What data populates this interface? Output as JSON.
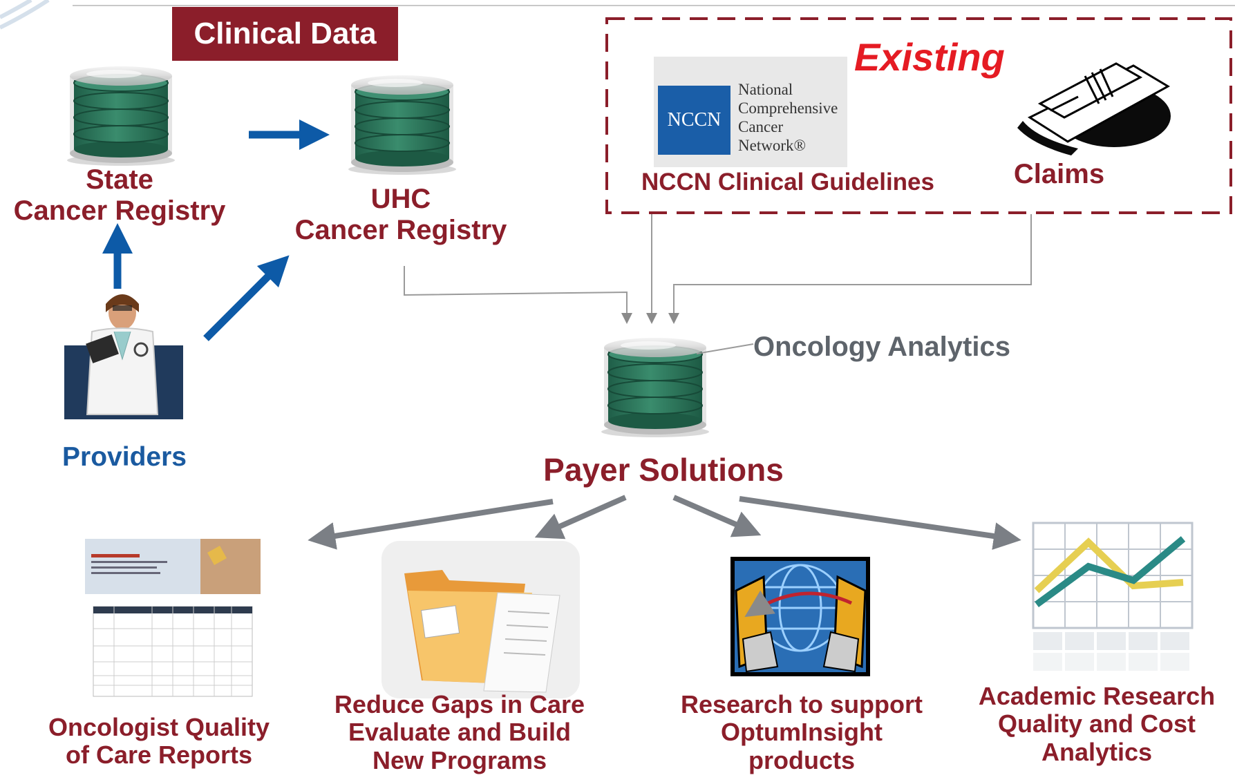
{
  "header": {
    "clinical_data": "Clinical Data",
    "existing": "Existing"
  },
  "sources": {
    "state_registry": {
      "line1": "State",
      "line2": "Cancer Registry"
    },
    "uhc_registry": {
      "line1": "UHC",
      "line2": "Cancer Registry"
    },
    "providers": "Providers",
    "nccn": {
      "logo_abbrev": "NCCN",
      "logo_name": [
        "National",
        "Comprehensive",
        "Cancer",
        "Network®"
      ],
      "label": "NCCN Clinical Guidelines"
    },
    "claims": "Claims"
  },
  "hub": {
    "oncology_analytics": "Oncology Analytics",
    "payer_solutions": "Payer Solutions"
  },
  "outputs": {
    "oncologist_reports": {
      "line1": "Oncologist Quality",
      "line2": "of Care Reports"
    },
    "reduce_gaps": {
      "line1": "Reduce Gaps in Care",
      "line2": "Evaluate and Build",
      "line3": "New Programs"
    },
    "research": {
      "line1": "Research to support",
      "line2": "OptumInsight",
      "line3": "products"
    },
    "academic": {
      "line1": "Academic Research",
      "line2": "Quality and Cost",
      "line3": "Analytics"
    }
  },
  "colors": {
    "maroon": "#8b1e2a",
    "blue": "#0d5aa7",
    "red": "#e51b23",
    "gray": "#7b7f85",
    "db_green": "#2f7a5f"
  },
  "icons": [
    "database-icon",
    "doctor-icon",
    "claims-icon",
    "report-icon",
    "folder-icon",
    "network-icon",
    "line-chart-icon"
  ]
}
